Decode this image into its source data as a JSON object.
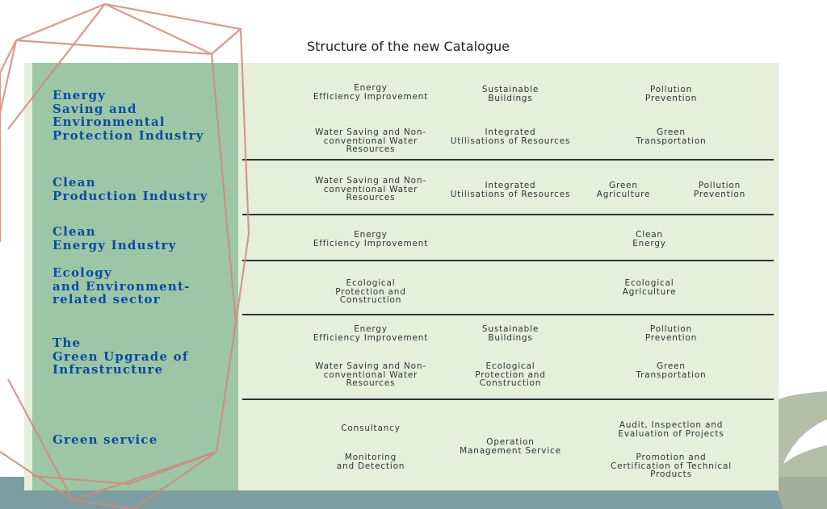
{
  "title": "Structure of the new Catalogue",
  "colors": {
    "panel": "#e5efda",
    "left_column": "#9dc6a7",
    "sector_text": "#0d4aa0",
    "divider": "#2d3436",
    "bottom_band": "#7d9ea0",
    "brush": "#a8b39a",
    "decoration": "#d08a7c"
  },
  "sectors": [
    {
      "name": "Energy\nSaving and\nEnvironmental\nProtection Industry",
      "items": [
        "Energy\nEfficiency Improvement",
        "Sustainable\nBuildings",
        "Pollution\nPrevention",
        "Water Saving and Non-\nconventional Water\nResources",
        "Integrated\nUtilisations of Resources",
        "Green\nTransportation"
      ]
    },
    {
      "name": "Clean\nProduction Industry",
      "items": [
        "Water Saving and Non-\nconventional Water\nResources",
        "Integrated\nUtilisations of Resources",
        "Green\nAgriculture",
        "Pollution\nPrevention"
      ]
    },
    {
      "name": "Clean\nEnergy Industry",
      "items": [
        "Energy\nEfficiency Improvement",
        "Clean\nEnergy"
      ]
    },
    {
      "name": "Ecology\nand Environment-\nrelated sector",
      "items": [
        "Ecological\nProtection and\nConstruction",
        "Ecological\nAgriculture"
      ]
    },
    {
      "name": "The\nGreen Upgrade of\nInfrastructure",
      "items": [
        "Energy\nEfficiency Improvement",
        "Sustainable\nBuildings",
        "Pollution\nPrevention",
        "Water Saving and Non-\nconventional Water\nResources",
        "Ecological\nProtection and\nConstruction",
        "Green\nTransportation"
      ]
    },
    {
      "name": "Green service",
      "items": [
        "Consultancy",
        "Monitoring\nand Detection",
        "Operation\nManagement Service",
        "Audit, Inspection and\nEvaluation of Projects",
        "Promotion and\nCertification of Technical\nProducts"
      ]
    }
  ]
}
